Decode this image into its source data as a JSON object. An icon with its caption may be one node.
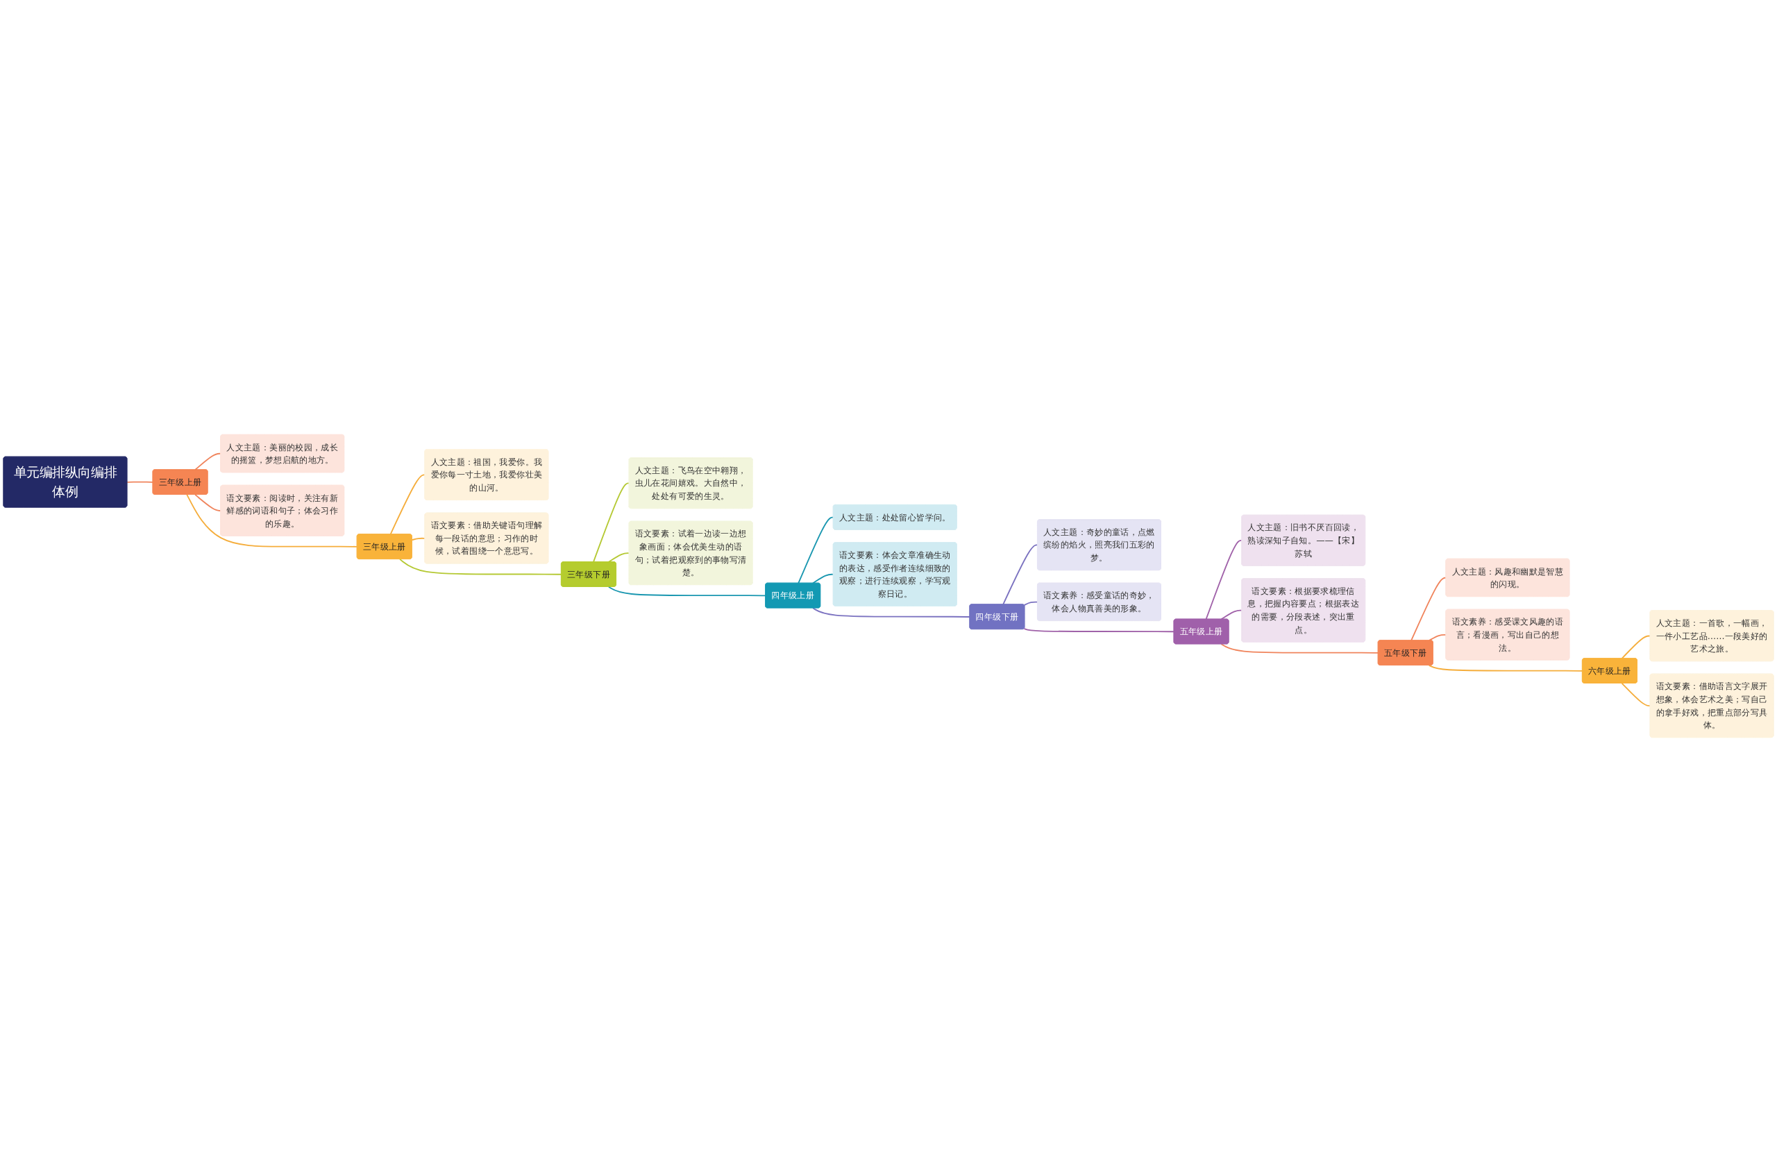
{
  "diagram": {
    "nodes": [
      {
        "text": [
          "单元编排纵向编排体例"
        ]
      },
      {
        "text": [
          "三年级上册"
        ]
      },
      {
        "text": [
          "人文主题：美丽的校园，成长的摇篮，梦想启航的地方。"
        ]
      },
      {
        "text": [
          "语文要素：阅读时，关注有新鲜感的词语和句子；体会习作的乐趣。"
        ]
      },
      {
        "text": [
          "三年级上册"
        ]
      },
      {
        "text": [
          "人文主题：祖国，我爱你。我爱你每一寸土地，我爱你壮美的山河。"
        ]
      },
      {
        "text": [
          "语文要素：借助关键语句理解每一段话的意思；习作的时候，试着围绕一个意思写。"
        ]
      },
      {
        "text": [
          "三年级下册"
        ]
      },
      {
        "text": [
          "人文主题：飞鸟在空中翱翔，虫儿在花间嬉戏。大自然中，处处有可爱的生灵。"
        ]
      },
      {
        "text": [
          "语文要素：试着一边读一边想象画面；体会优美生动的语句；试着把观察到的事物写清楚。"
        ]
      },
      {
        "text": [
          "四年级上册"
        ]
      },
      {
        "text": [
          "人文主题：处处留心皆学问。"
        ]
      },
      {
        "text": [
          "语文要素：体会文章准确生动的表达，感受作者连续细致的观察；进行连续观察，学写观察日记。"
        ]
      },
      {
        "text": [
          "四年级下册"
        ]
      },
      {
        "text": [
          "人文主题：奇妙的童话，点燃缤纷的焰火，照亮我们五彩的梦。"
        ]
      },
      {
        "text": [
          "语文素养：感受童话的奇妙，体会人物真善美的形象。"
        ]
      },
      {
        "text": [
          "五年级上册"
        ]
      },
      {
        "text": [
          "人文主题：旧书不厌百回读，熟读深知子自知。——【宋】苏轼"
        ]
      },
      {
        "text": [
          "语文要素：根据要求梳理信息，把握内容要点；根据表达的需要，分段表述，突出重点。"
        ]
      },
      {
        "text": [
          "五年级下册"
        ]
      },
      {
        "text": [
          "人文主题：风趣和幽默是智慧的闪现。"
        ]
      },
      {
        "text": [
          "语文素养：感受课文风趣的语言；看漫画，写出自己的想法。"
        ]
      },
      {
        "text": [
          "六年级上册"
        ]
      },
      {
        "text": [
          "人文主题：一首歌，一幅画，一件小工艺品……一段美好的艺术之旅。"
        ]
      },
      {
        "text": [
          "语文要素：借助语言文字展开想象，体会艺术之美；写自己的拿手好戏，把重点部分写具体。"
        ]
      }
    ],
    "edges": [
      {
        "from": 0,
        "to": 1,
        "arrow": "none",
        "color": "#f0845c"
      },
      {
        "from": 1,
        "to": 2,
        "arrow": "none",
        "color": "#f0845c"
      },
      {
        "from": 1,
        "to": 3,
        "arrow": "none",
        "color": "#f0845c"
      },
      {
        "from": 1,
        "to": 4,
        "arrow": "none",
        "color": "#f5ad3b"
      },
      {
        "from": 4,
        "to": 5,
        "arrow": "none",
        "color": "#f5ad3b"
      },
      {
        "from": 4,
        "to": 6,
        "arrow": "none",
        "color": "#f5ad3b"
      },
      {
        "from": 4,
        "to": 7,
        "arrow": "none",
        "color": "#b5c934"
      },
      {
        "from": 7,
        "to": 8,
        "arrow": "none",
        "color": "#b5c934"
      },
      {
        "from": 7,
        "to": 9,
        "arrow": "none",
        "color": "#b5c934"
      },
      {
        "from": 7,
        "to": 10,
        "arrow": "none",
        "color": "#1a97b0"
      },
      {
        "from": 10,
        "to": 11,
        "arrow": "none",
        "color": "#1a97b0"
      },
      {
        "from": 10,
        "to": 12,
        "arrow": "none",
        "color": "#1a97b0"
      },
      {
        "from": 10,
        "to": 13,
        "arrow": "none",
        "color": "#7b72c0"
      },
      {
        "from": 13,
        "to": 14,
        "arrow": "none",
        "color": "#7b72c0"
      },
      {
        "from": 13,
        "to": 15,
        "arrow": "none",
        "color": "#7b72c0"
      },
      {
        "from": 13,
        "to": 16,
        "arrow": "none",
        "color": "#a062a9"
      },
      {
        "from": 16,
        "to": 17,
        "arrow": "none",
        "color": "#a062a9"
      },
      {
        "from": 16,
        "to": 18,
        "arrow": "none",
        "color": "#a062a9"
      },
      {
        "from": 16,
        "to": 19,
        "arrow": "none",
        "color": "#f0845c"
      },
      {
        "from": 19,
        "to": 20,
        "arrow": "none",
        "color": "#f0845c"
      },
      {
        "from": 19,
        "to": 21,
        "arrow": "none",
        "color": "#f0845c"
      },
      {
        "from": 19,
        "to": 22,
        "arrow": "none",
        "color": "#f5ad3b"
      },
      {
        "from": 22,
        "to": 23,
        "arrow": "none",
        "color": "#f5ad3b"
      },
      {
        "from": 22,
        "to": 24,
        "arrow": "none",
        "color": "#f5ad3b"
      }
    ]
  }
}
